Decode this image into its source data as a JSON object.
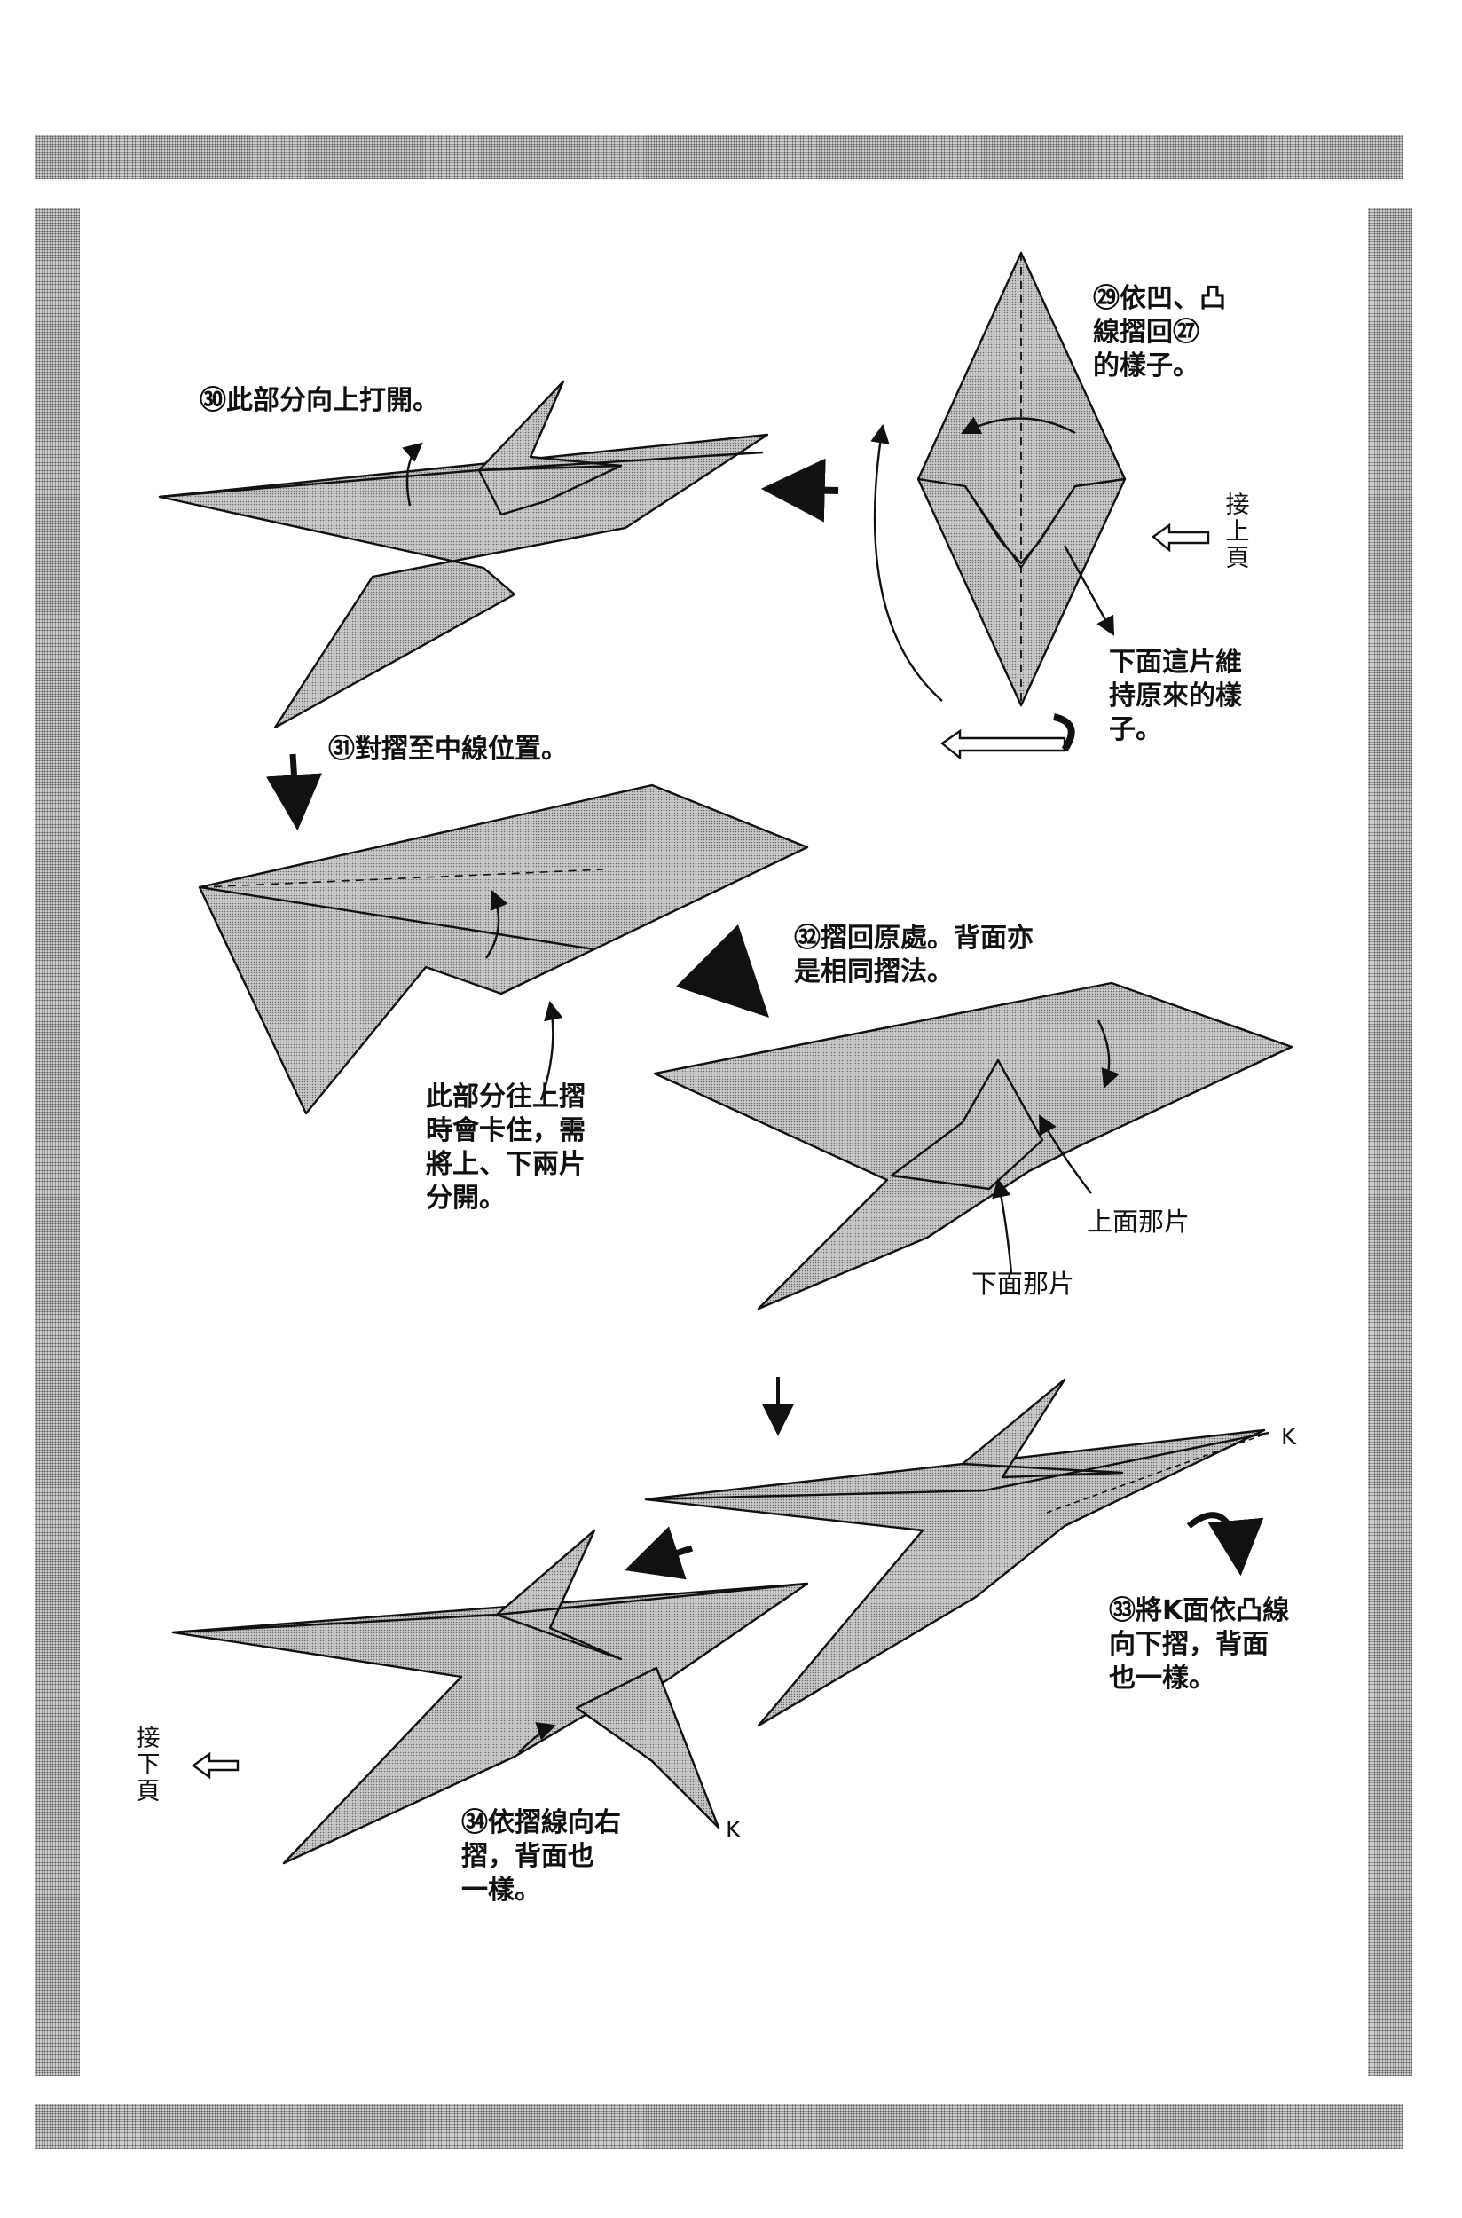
{
  "steps": [
    {
      "caption": "㉙依凹、凸\n線摺回㉗\n的樣子。"
    },
    {
      "caption": "㉚此部分向上打開。"
    },
    {
      "caption": "㉛對摺至中線位置。"
    },
    {
      "caption": "㉜摺回原處。背面亦\n是相同摺法。"
    },
    {
      "caption": "㉝將K面依凸線\n向下摺，背面\n也一樣。"
    },
    {
      "caption": "㉞依摺線向右\n摺，背面也\n一樣。"
    }
  ],
  "notes": {
    "keep_lower_piece": "下面這片維\n持原來的樣\n子。",
    "stuck_note": "此部分往上摺\n時會卡住，需\n將上、下兩片\n分開。",
    "upper_piece": "上面那片",
    "lower_piece": "下面那片"
  },
  "navigation": {
    "continued_from": "接\n上\n頁",
    "continued_to": "接\n下\n頁"
  },
  "markers": {
    "k": "K"
  }
}
